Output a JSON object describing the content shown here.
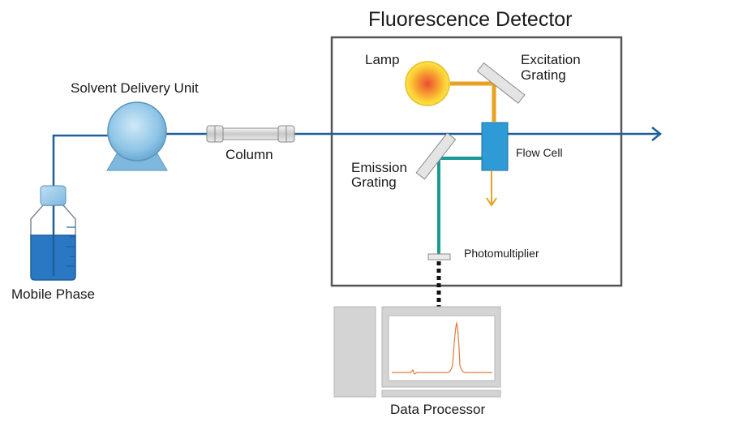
{
  "diagram": {
    "title": "Fluorescence Detector",
    "labels": {
      "lamp": "Lamp",
      "excitation_grating_line1": "Excitation",
      "excitation_grating_line2": "Grating",
      "solvent_delivery_unit": "Solvent Delivery Unit",
      "column": "Column",
      "flow_cell": "Flow Cell",
      "emission_grating_line1": "Emission",
      "emission_grating_line2": "Grating",
      "photomultiplier": "Photomultiplier",
      "mobile_phase": "Mobile Phase",
      "data_processor": "Data Processor"
    },
    "colors": {
      "flow_line": "#1f5f9a",
      "excitation_light": "#e8a221",
      "emission_light": "#1a9a96",
      "detector_border": "#555555",
      "liquid": "#2a78c4",
      "pump": "#9fd0ec",
      "trace": "#e07a3a"
    }
  }
}
